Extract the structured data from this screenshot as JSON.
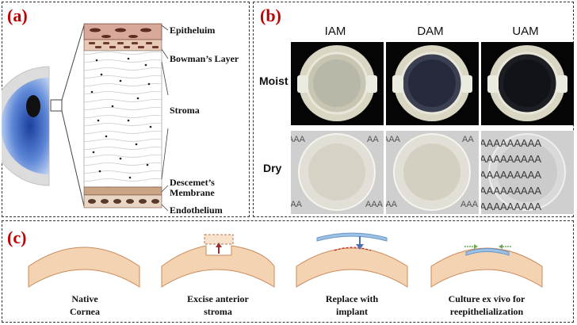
{
  "panel_a": {
    "label": "(a)",
    "layers": {
      "epithelium": "Epitheluim",
      "bowman": "Bowman’s Layer",
      "stroma": "Stroma",
      "descemet_1": "Descemet’s",
      "descemet_2": "Membrane",
      "endothelium": "Endothelium"
    }
  },
  "panel_b": {
    "label": "(b)",
    "columns": [
      "IAM",
      "DAM",
      "UAM"
    ],
    "rows": [
      "Moist",
      "Dry"
    ],
    "background_text": "AAAAAAAA"
  },
  "panel_c": {
    "label": "(c)",
    "steps": [
      {
        "line1": "Native",
        "line2": "Cornea"
      },
      {
        "line1": "Excise anterior",
        "line2": "stroma"
      },
      {
        "line1": "Replace with",
        "line2": "implant"
      },
      {
        "line1": "Culture ex vivo  for",
        "line2": "reepithelialization"
      }
    ]
  },
  "colors": {
    "label_red": "#c00000",
    "cornea_fill": "#f4d3b2",
    "cornea_stroke": "#c98a5a",
    "implant_blue": "#9cc3e6",
    "arrow_red": "#9b2f2f",
    "arrow_blue": "#4f6fb0",
    "arrow_green": "#6aa84f"
  }
}
